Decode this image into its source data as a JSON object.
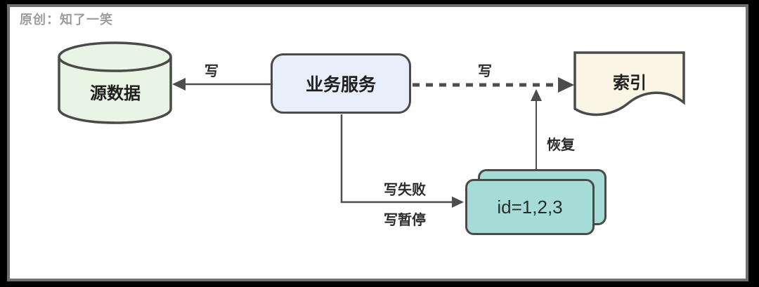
{
  "watermark": "原创：知了一笑",
  "colors": {
    "frame": "#000000",
    "panel_background": "#ffffff",
    "panel_border": "#6f6f6f",
    "shape_stroke": "#4a4a4a",
    "arrow_stroke": "#4d4d4d",
    "db_fill": "#e8f4e4",
    "service_fill": "#e9eefb",
    "index_fill": "#faf5e4",
    "card_fill": "#a5dcd7",
    "watermark_text": "#9c9c9c"
  },
  "nodes": {
    "source_db": {
      "label": "源数据",
      "shape": "database-cylinder"
    },
    "service": {
      "label": "业务服务",
      "shape": "rounded-rectangle"
    },
    "index_doc": {
      "label": "索引",
      "shape": "document"
    },
    "id_cards": {
      "label": "id=1,2,3",
      "shape": "stacked-cards"
    }
  },
  "edges": {
    "service_to_db": {
      "label": "写",
      "style": "solid",
      "from": "service",
      "to": "source_db"
    },
    "service_to_index": {
      "label": "写",
      "style": "dashed",
      "from": "service",
      "to": "index_doc"
    },
    "service_to_cards": {
      "label_top": "写失败",
      "label_bottom": "写暂停",
      "style": "solid",
      "from": "service",
      "to": "id_cards"
    },
    "cards_to_index": {
      "label": "恢复",
      "style": "solid",
      "from": "id_cards",
      "to": "index_doc"
    }
  }
}
